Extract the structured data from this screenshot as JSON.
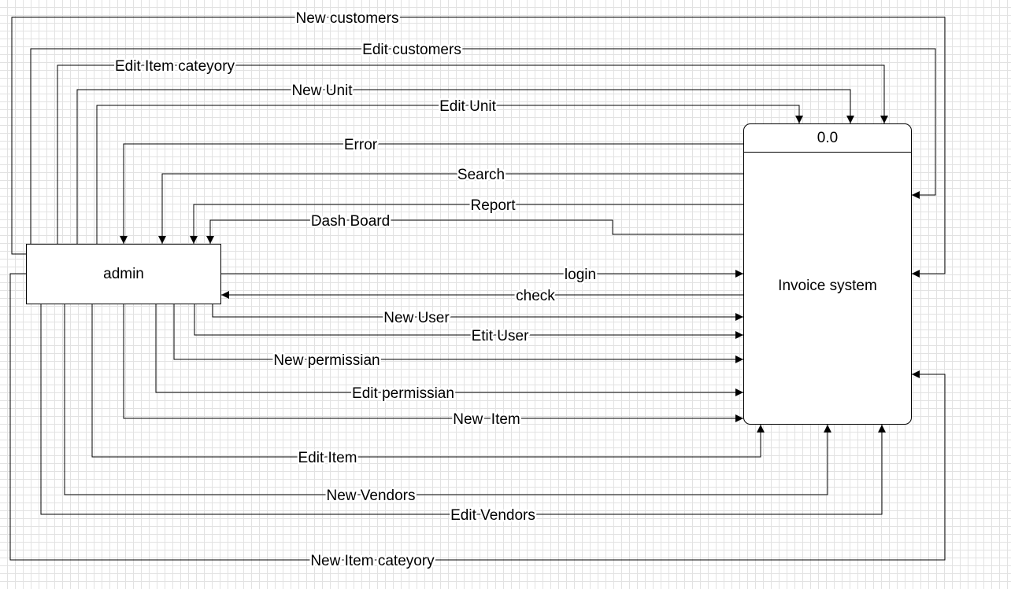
{
  "nodes": {
    "external_entity": {
      "label": "admin"
    },
    "process": {
      "id": "0.0",
      "label": "Invoice system"
    }
  },
  "flows": {
    "new_customers": "New customers",
    "edit_customers": "Edit customers",
    "edit_item_category": "Edit Item cateyory",
    "new_unit": "New Unit",
    "edit_unit": "Edit Unit",
    "error": "Error",
    "search": "Search",
    "report": "Report",
    "dash_board": "Dash Board",
    "login": "login",
    "check": "check",
    "new_user": "New User",
    "edit_user": "Etit User",
    "new_permission": "New permissian",
    "edit_permission": "Edit permissian",
    "new_item": "New  Item",
    "edit_item": "Edit Item",
    "new_vendors": "New Vendors",
    "edit_vendors": "Edit Vendors",
    "new_item_category": "New Item cateyory"
  }
}
